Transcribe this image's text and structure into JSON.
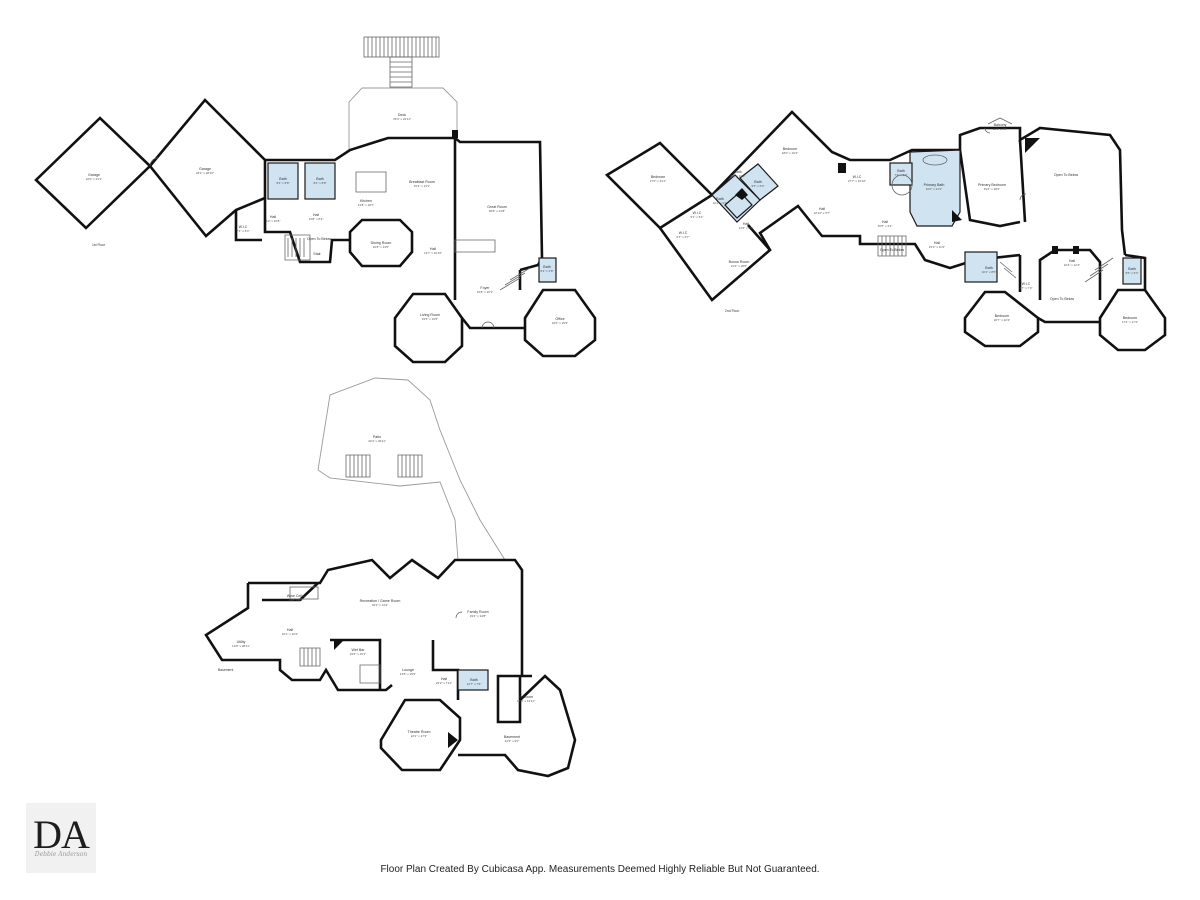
{
  "floors": [
    {
      "id": "first",
      "title": "1st Floor",
      "rooms": [
        {
          "key": "garage_a",
          "name": "Garage",
          "dim": "22'0\" x 21'1\""
        },
        {
          "key": "garage_b",
          "name": "Garage",
          "dim": "26'1\" x 28'10\""
        },
        {
          "key": "deck",
          "name": "Deck",
          "dim": "36'4\" x 22'11\""
        },
        {
          "key": "bath_a",
          "name": "Bath",
          "dim": "8'4\" x 8'8\""
        },
        {
          "key": "bath_b",
          "name": "Bath",
          "dim": "8'4\" x 8'8\""
        },
        {
          "key": "kitchen",
          "name": "Kitchen",
          "dim": "14'8\" x 18'7\""
        },
        {
          "key": "breakfast",
          "name": "Breakfast Room",
          "dim": "15'4\" x 13'1\""
        },
        {
          "key": "great_room",
          "name": "Great Room",
          "dim": "30'8\" x 21'8\""
        },
        {
          "key": "wic",
          "name": "W.I.C",
          "dim": "7'1\" x 6'4\""
        },
        {
          "key": "hall_a",
          "name": "Hall",
          "dim": "6'2\" x 16'8\""
        },
        {
          "key": "hall_b",
          "name": "Hall",
          "dim": "13'8\" x 8'3\""
        },
        {
          "key": "open_below",
          "name": "Open To Below",
          "dim": ""
        },
        {
          "key": "stair",
          "name": "Stair",
          "dim": ""
        },
        {
          "key": "dining",
          "name": "Dining Room",
          "dim": "16'8\" x 13'5\""
        },
        {
          "key": "hall_c",
          "name": "Hall",
          "dim": "13'7\" x 10'10\""
        },
        {
          "key": "foyer",
          "name": "Foyer",
          "dim": "16'8\" x 20'1\""
        },
        {
          "key": "bath_c",
          "name": "Bath",
          "dim": "6'4\" x 4'8\""
        },
        {
          "key": "living",
          "name": "Living Room",
          "dim": "19'5\" x 19'5\""
        },
        {
          "key": "office",
          "name": "Office",
          "dim": "16'0\" x 15'9\""
        }
      ]
    },
    {
      "id": "second",
      "title": "2nd Floor",
      "rooms": [
        {
          "key": "bed_a",
          "name": "Bedroom",
          "dim": "17'0\" x 21'1\""
        },
        {
          "key": "bed_b",
          "name": "Bedroom",
          "dim": "18'0\" x 16'2\""
        },
        {
          "key": "wic_a",
          "name": "W.I.C",
          "dim": "6'1\" x 6'7\""
        },
        {
          "key": "bath_a",
          "name": "Bath",
          "dim": "12'4\" x 9'2\""
        },
        {
          "key": "bath_b",
          "name": "Bath",
          "dim": "9'5\" x 6'3\""
        },
        {
          "key": "bath_c",
          "name": "Bath",
          "dim": "8'0\" x 10'6\""
        },
        {
          "key": "wic_b",
          "name": "W.I.C",
          "dim": "5'1\" x 5'1\""
        },
        {
          "key": "hall_a",
          "name": "Hall",
          "dim": "13'3\" x 6'6\""
        },
        {
          "key": "bonus",
          "name": "Bonus Room",
          "dim": "21'2\" x 18'6\""
        },
        {
          "key": "hall_b",
          "name": "Hall",
          "dim": "22'10\" x 5'7\""
        },
        {
          "key": "wic_c",
          "name": "W.I.C",
          "dim": "27'7\" x 16'10\""
        },
        {
          "key": "bath_d",
          "name": "Bath",
          "dim": "7'4\" x 8'9\""
        },
        {
          "key": "primary_bath",
          "name": "Primary Bath",
          "dim": "16'0\" x 21'2\""
        },
        {
          "key": "hall_c",
          "name": "Hall",
          "dim": "16'5\" x 3'4\""
        },
        {
          "key": "stair",
          "name": "Open To Below",
          "dim": ""
        },
        {
          "key": "hall_d",
          "name": "Hall",
          "dim": "15'2\" x 11'9\""
        },
        {
          "key": "primary_bed",
          "name": "Primary Bedroom",
          "dim": "19'4\" x 28'2\""
        },
        {
          "key": "balcony",
          "name": "Balcony",
          "dim": "11'1\" x 3'5\""
        },
        {
          "key": "open_a",
          "name": "Open To Below",
          "dim": ""
        },
        {
          "key": "bath_e",
          "name": "Bath",
          "dim": "10'1\" x 8'5\""
        },
        {
          "key": "wic_d",
          "name": "W.I.C",
          "dim": "4'7\" x 7'4\""
        },
        {
          "key": "bed_c",
          "name": "Bedroom",
          "dim": "20'7\" x 22'4\""
        },
        {
          "key": "open_b",
          "name": "Open To Below",
          "dim": ""
        },
        {
          "key": "hall_e",
          "name": "Hall",
          "dim": "16'4\" x 12'4\""
        },
        {
          "key": "bath_f",
          "name": "Bath",
          "dim": "9'5\" x 6'4\""
        },
        {
          "key": "bed_d",
          "name": "Bedroom",
          "dim": "17'4\" x 17'2\""
        }
      ]
    },
    {
      "id": "basement",
      "title": "Basement",
      "rooms": [
        {
          "key": "patio",
          "name": "Patio",
          "dim": "40'4\" x 46'11\""
        },
        {
          "key": "wine",
          "name": "Wine Cellar",
          "dim": "13'8\" x 6'1\""
        },
        {
          "key": "recreation",
          "name": "Recreation / Game Room",
          "dim": "34'2\" x 13'4\""
        },
        {
          "key": "family",
          "name": "Family Room",
          "dim": "33'4\" x 34'8\""
        },
        {
          "key": "hall_a",
          "name": "Hall",
          "dim": "16'1\" x 10'2\""
        },
        {
          "key": "utility",
          "name": "Utility",
          "dim": "19'9\" x 28'11\""
        },
        {
          "key": "wet_bar",
          "name": "Wet Bar",
          "dim": "19'6\" x 15'1\""
        },
        {
          "key": "lounge",
          "name": "Lounge",
          "dim": "13'8\" x 25'0\""
        },
        {
          "key": "hall_b",
          "name": "Hall",
          "dim": "23'2\" x 7'11\""
        },
        {
          "key": "bath",
          "name": "Bath",
          "dim": "12'7\" x 7'6\""
        },
        {
          "key": "bedroom",
          "name": "Bedroom",
          "dim": "16'5\" x 13'11\""
        },
        {
          "key": "theatre",
          "name": "Theatre Room",
          "dim": "22'2\" x 17'3\""
        },
        {
          "key": "basement_room",
          "name": "Basement",
          "dim": "34'3\" x 9'0\""
        }
      ]
    }
  ],
  "logo": {
    "monogram": "DA",
    "signature": "Debbie Anderson"
  },
  "footer": "Floor Plan Created By Cubicasa App. Measurements Deemed Highly Reliable But Not Guaranteed.",
  "colors": {
    "wall": "#111111",
    "bath_fill": "#cfe3f1",
    "deck_line": "#9a9a9a"
  }
}
